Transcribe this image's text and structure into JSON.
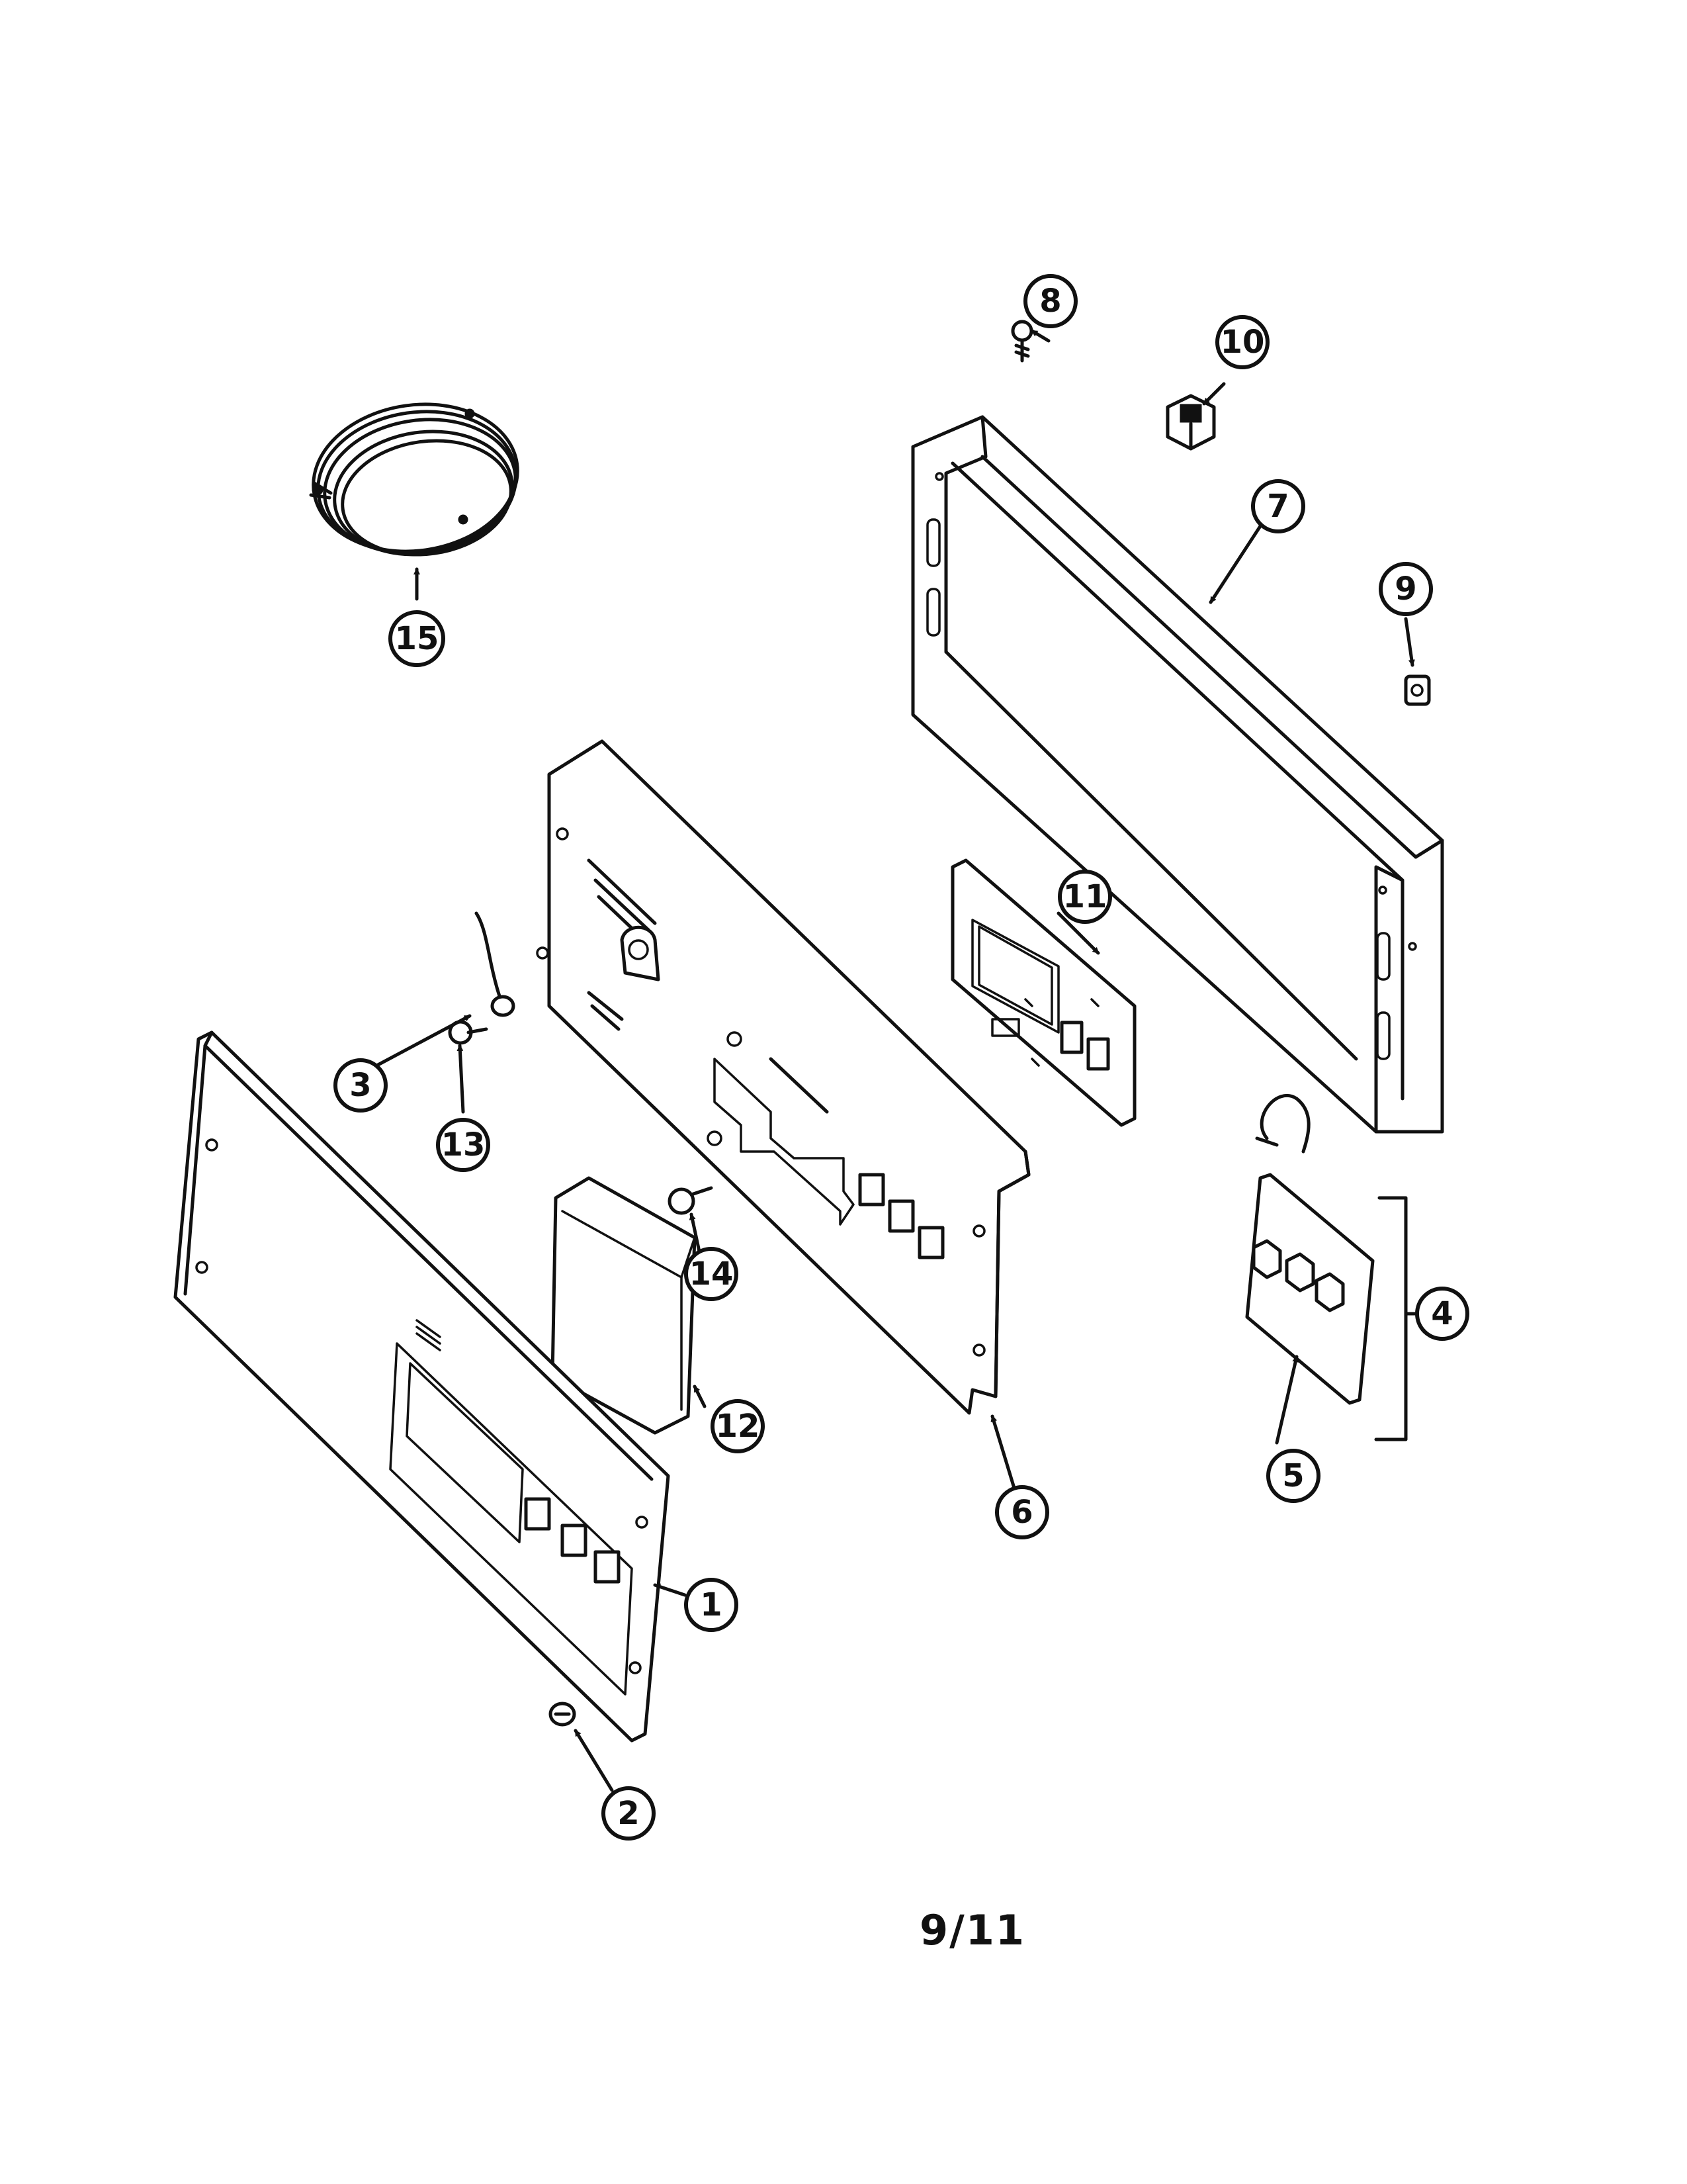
{
  "diagram": {
    "callouts": [
      "1",
      "2",
      "3",
      "4",
      "5",
      "6",
      "7",
      "8",
      "9",
      "10",
      "11",
      "12",
      "13",
      "14",
      "15"
    ]
  },
  "page_number": "9/11"
}
